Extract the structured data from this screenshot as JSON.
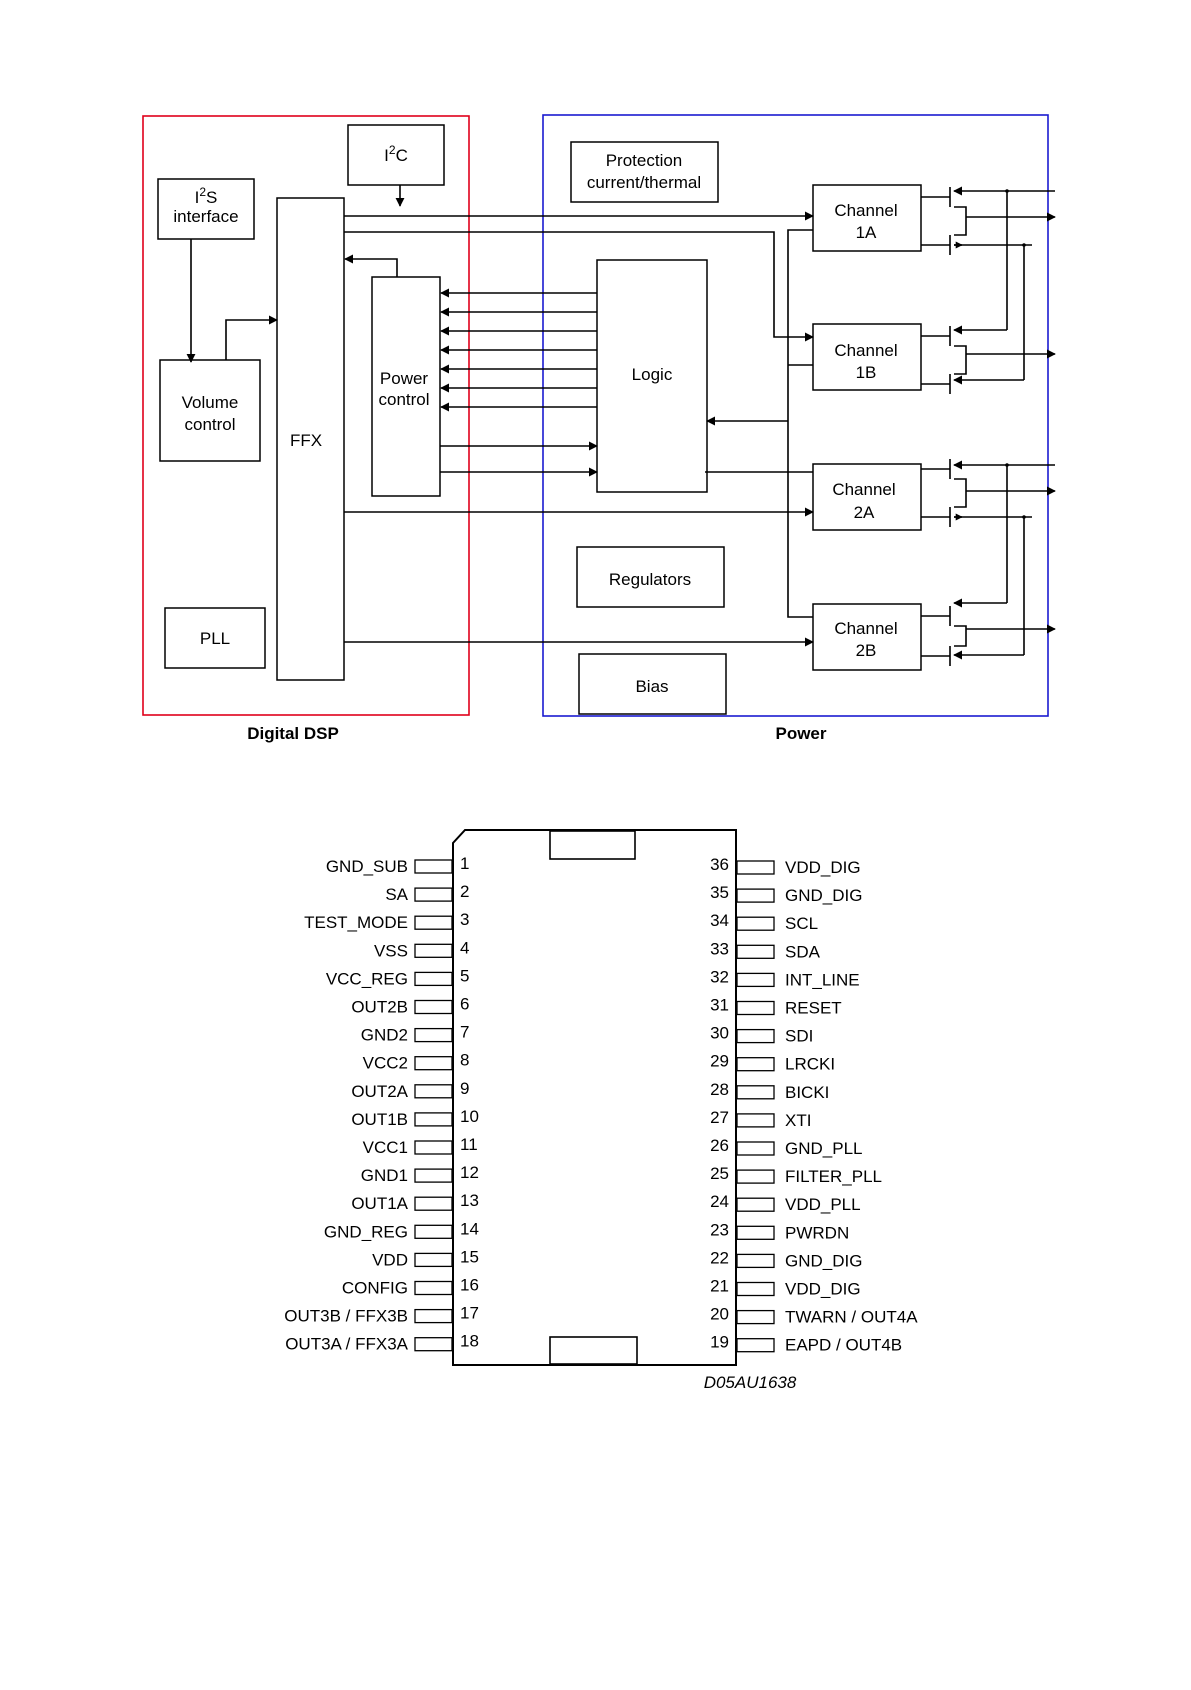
{
  "block_diagram": {
    "regions": {
      "digital": {
        "label": "Digital DSP",
        "color": "#e0001a"
      },
      "power": {
        "label": "Power",
        "color": "#1a1ad0"
      }
    },
    "blocks": {
      "i2c": {
        "main": "I",
        "sup": "2",
        "tail": "C"
      },
      "i2s": {
        "main": "I",
        "sup": "2",
        "tail": "S",
        "line2": "interface"
      },
      "volume": {
        "line1": "Volume",
        "line2": "control"
      },
      "ffx": {
        "label": "FFX"
      },
      "power_control": {
        "line1": "Power",
        "line2": "control"
      },
      "pll": {
        "label": "PLL"
      },
      "protection": {
        "line1": "Protection",
        "line2": "current/thermal"
      },
      "logic": {
        "label": "Logic"
      },
      "regulators": {
        "label": "Regulators"
      },
      "bias": {
        "label": "Bias"
      },
      "ch1a": {
        "line1": "Channel",
        "line2": "1A"
      },
      "ch1b": {
        "line1": "Channel",
        "line2": "1B"
      },
      "ch2a": {
        "line1": "Channel",
        "line2": "2A"
      },
      "ch2b": {
        "line1": "Channel",
        "line2": "2B"
      }
    }
  },
  "pinout": {
    "package_id": "D05AU1638",
    "left_pins": [
      {
        "num": "1",
        "name": "GND_SUB"
      },
      {
        "num": "2",
        "name": "SA"
      },
      {
        "num": "3",
        "name": "TEST_MODE"
      },
      {
        "num": "4",
        "name": "VSS"
      },
      {
        "num": "5",
        "name": "VCC_REG"
      },
      {
        "num": "6",
        "name": "OUT2B"
      },
      {
        "num": "7",
        "name": "GND2"
      },
      {
        "num": "8",
        "name": "VCC2"
      },
      {
        "num": "9",
        "name": "OUT2A"
      },
      {
        "num": "10",
        "name": "OUT1B"
      },
      {
        "num": "11",
        "name": "VCC1"
      },
      {
        "num": "12",
        "name": "GND1"
      },
      {
        "num": "13",
        "name": "OUT1A"
      },
      {
        "num": "14",
        "name": "GND_REG"
      },
      {
        "num": "15",
        "name": "VDD"
      },
      {
        "num": "16",
        "name": "CONFIG"
      },
      {
        "num": "17",
        "name": "OUT3B / FFX3B"
      },
      {
        "num": "18",
        "name": "OUT3A / FFX3A"
      }
    ],
    "right_pins": [
      {
        "num": "36",
        "name": "VDD_DIG"
      },
      {
        "num": "35",
        "name": "GND_DIG"
      },
      {
        "num": "34",
        "name": "SCL"
      },
      {
        "num": "33",
        "name": "SDA"
      },
      {
        "num": "32",
        "name": "INT_LINE"
      },
      {
        "num": "31",
        "name": "RESET"
      },
      {
        "num": "30",
        "name": "SDI"
      },
      {
        "num": "29",
        "name": "LRCKI"
      },
      {
        "num": "28",
        "name": "BICKI"
      },
      {
        "num": "27",
        "name": "XTI"
      },
      {
        "num": "26",
        "name": "GND_PLL"
      },
      {
        "num": "25",
        "name": "FILTER_PLL"
      },
      {
        "num": "24",
        "name": "VDD_PLL"
      },
      {
        "num": "23",
        "name": "PWRDN"
      },
      {
        "num": "22",
        "name": "GND_DIG"
      },
      {
        "num": "21",
        "name": "VDD_DIG"
      },
      {
        "num": "20",
        "name": "TWARN / OUT4A"
      },
      {
        "num": "19",
        "name": "EAPD / OUT4B"
      }
    ]
  }
}
